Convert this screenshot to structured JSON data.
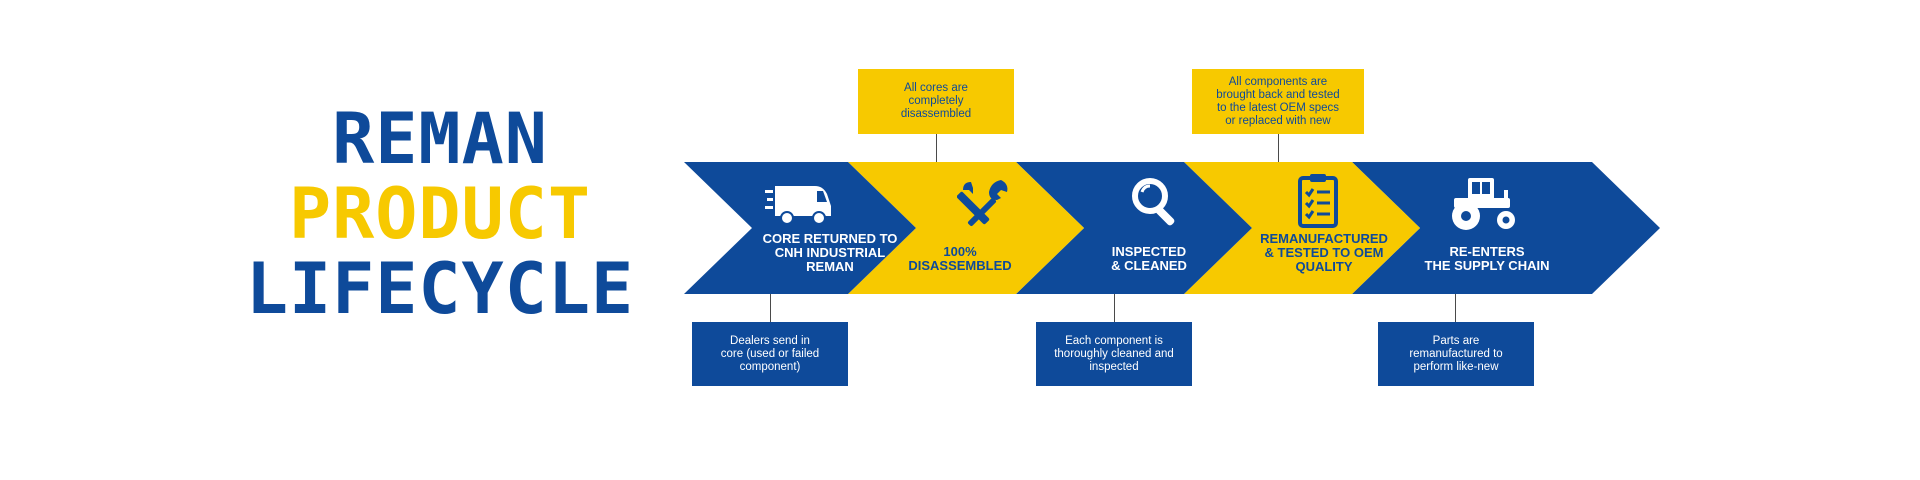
{
  "title": {
    "line1": "REMAN",
    "line2": "PRODUCT",
    "line3": "LIFECYCLE"
  },
  "colors": {
    "blue": "#0e4a9a",
    "yellow": "#f7c900",
    "connector": "#4a4a4a"
  },
  "steps": [
    {
      "label": "CORE RETURNED TO\nCNH INDUSTRIAL\nREMAN",
      "color": "blue",
      "icon": "delivery-van-icon"
    },
    {
      "label": "100%\nDISASSEMBLED",
      "color": "yellow",
      "icon": "wrench-screwdriver-icon"
    },
    {
      "label": "INSPECTED\n& CLEANED",
      "color": "blue",
      "icon": "magnifier-icon"
    },
    {
      "label": "REMANUFACTURED\n& TESTED TO OEM\nQUALITY",
      "color": "yellow",
      "icon": "clipboard-checklist-icon"
    },
    {
      "label": "RE-ENTERS\nTHE SUPPLY CHAIN",
      "color": "blue",
      "icon": "tractor-icon"
    }
  ],
  "notes_top": [
    {
      "text": "All cores are\ncompletely\ndisassembled",
      "step": 2
    },
    {
      "text": "All components are\nbrought back and tested\nto the latest OEM specs\nor replaced with new",
      "step": 4
    }
  ],
  "notes_bottom": [
    {
      "text": "Dealers send in\ncore (used or failed\ncomponent)",
      "step": 1
    },
    {
      "text": "Each component is\nthoroughly cleaned and\ninspected",
      "step": 3
    },
    {
      "text": "Parts are\nremanufactured to\nperform like-new",
      "step": 5
    }
  ]
}
